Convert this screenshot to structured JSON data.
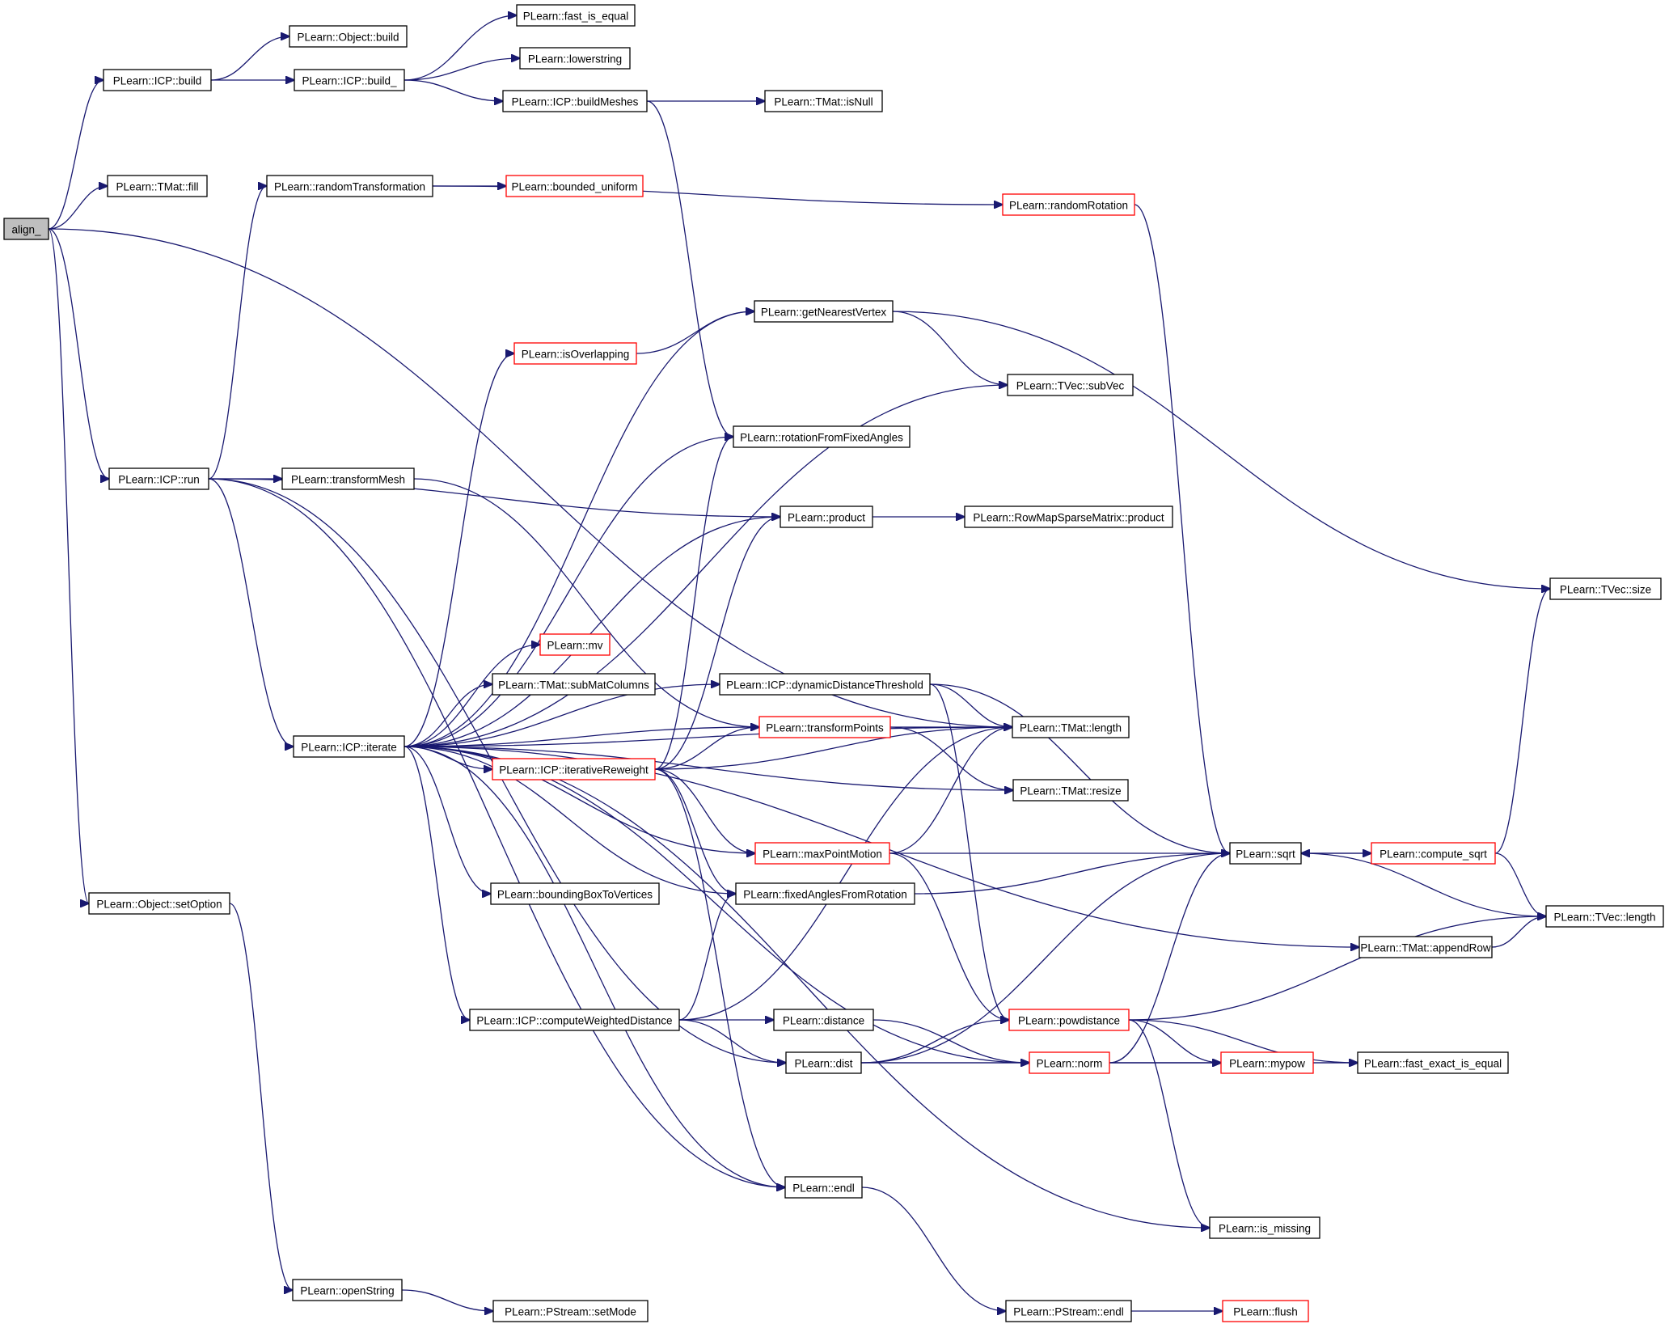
{
  "nodes": [
    {
      "id": "align",
      "label": "align_",
      "style": "root"
    },
    {
      "id": "icp_build",
      "label": "PLearn::ICP::build"
    },
    {
      "id": "object_build",
      "label": "PLearn::Object::build"
    },
    {
      "id": "icp_build_",
      "label": "PLearn::ICP::build_"
    },
    {
      "id": "fast_is_equal",
      "label": "PLearn::fast_is_equal"
    },
    {
      "id": "lowerstring",
      "label": "PLearn::lowerstring"
    },
    {
      "id": "buildMeshes",
      "label": "PLearn::ICP::buildMeshes"
    },
    {
      "id": "isNull",
      "label": "PLearn::TMat::isNull"
    },
    {
      "id": "tmat_fill",
      "label": "PLearn::TMat::fill"
    },
    {
      "id": "randomTransformation",
      "label": "PLearn::randomTransformation"
    },
    {
      "id": "bounded_uniform",
      "label": "PLearn::bounded_uniform",
      "style": "red"
    },
    {
      "id": "randomRotation",
      "label": "PLearn::randomRotation",
      "style": "red"
    },
    {
      "id": "getNearestVertex",
      "label": "PLearn::getNearestVertex"
    },
    {
      "id": "isOverlapping",
      "label": "PLearn::isOverlapping",
      "style": "red"
    },
    {
      "id": "subVec",
      "label": "PLearn::TVec::subVec"
    },
    {
      "id": "rotationFromFixedAngles",
      "label": "PLearn::rotationFromFixedAngles"
    },
    {
      "id": "icp_run",
      "label": "PLearn::ICP::run"
    },
    {
      "id": "transformMesh",
      "label": "PLearn::transformMesh"
    },
    {
      "id": "product",
      "label": "PLearn::product"
    },
    {
      "id": "rowmap_product",
      "label": "PLearn::RowMapSparseMatrix::product"
    },
    {
      "id": "tvec_size",
      "label": "PLearn::TVec::size"
    },
    {
      "id": "mv",
      "label": "PLearn::mv",
      "style": "red"
    },
    {
      "id": "subMatColumns",
      "label": "PLearn::TMat::subMatColumns"
    },
    {
      "id": "dynamicDistanceThreshold",
      "label": "PLearn::ICP::dynamicDistanceThreshold"
    },
    {
      "id": "transformPoints",
      "label": "PLearn::transformPoints",
      "style": "red"
    },
    {
      "id": "tmat_length",
      "label": "PLearn::TMat::length"
    },
    {
      "id": "icp_iterate",
      "label": "PLearn::ICP::iterate"
    },
    {
      "id": "iterativeReweight",
      "label": "PLearn::ICP::iterativeReweight",
      "style": "red"
    },
    {
      "id": "tmat_resize",
      "label": "PLearn::TMat::resize"
    },
    {
      "id": "maxPointMotion",
      "label": "PLearn::maxPointMotion",
      "style": "red"
    },
    {
      "id": "sqrt",
      "label": "PLearn::sqrt"
    },
    {
      "id": "compute_sqrt",
      "label": "PLearn::compute_sqrt",
      "style": "red"
    },
    {
      "id": "setOption",
      "label": "PLearn::Object::setOption"
    },
    {
      "id": "boundingBoxToVertices",
      "label": "PLearn::boundingBoxToVertices"
    },
    {
      "id": "fixedAnglesFromRotation",
      "label": "PLearn::fixedAnglesFromRotation"
    },
    {
      "id": "tvec_length",
      "label": "PLearn::TVec::length"
    },
    {
      "id": "appendRow",
      "label": "PLearn::TMat::appendRow"
    },
    {
      "id": "computeWeightedDistance",
      "label": "PLearn::ICP::computeWeightedDistance"
    },
    {
      "id": "distance",
      "label": "PLearn::distance"
    },
    {
      "id": "powdistance",
      "label": "PLearn::powdistance",
      "style": "red"
    },
    {
      "id": "dist",
      "label": "PLearn::dist"
    },
    {
      "id": "norm",
      "label": "PLearn::norm",
      "style": "red"
    },
    {
      "id": "mypow",
      "label": "PLearn::mypow",
      "style": "red"
    },
    {
      "id": "fast_exact_is_equal",
      "label": "PLearn::fast_exact_is_equal"
    },
    {
      "id": "endl",
      "label": "PLearn::endl"
    },
    {
      "id": "is_missing",
      "label": "PLearn::is_missing"
    },
    {
      "id": "openString",
      "label": "PLearn::openString"
    },
    {
      "id": "pstream_setMode",
      "label": "PLearn::PStream::setMode"
    },
    {
      "id": "pstream_endl",
      "label": "PLearn::PStream::endl"
    },
    {
      "id": "flush",
      "label": "PLearn::flush",
      "style": "red"
    }
  ],
  "edges": [
    [
      "align",
      "icp_build"
    ],
    [
      "align",
      "tmat_fill"
    ],
    [
      "align",
      "icp_run"
    ],
    [
      "align",
      "setOption"
    ],
    [
      "align",
      "tmat_length"
    ],
    [
      "icp_build",
      "object_build"
    ],
    [
      "icp_build",
      "icp_build_"
    ],
    [
      "icp_build_",
      "fast_is_equal"
    ],
    [
      "icp_build_",
      "lowerstring"
    ],
    [
      "icp_build_",
      "buildMeshes"
    ],
    [
      "buildMeshes",
      "isNull"
    ],
    [
      "buildMeshes",
      "rotationFromFixedAngles"
    ],
    [
      "randomTransformation",
      "bounded_uniform"
    ],
    [
      "randomTransformation",
      "randomRotation"
    ],
    [
      "randomRotation",
      "sqrt"
    ],
    [
      "icp_run",
      "randomTransformation"
    ],
    [
      "icp_run",
      "transformMesh"
    ],
    [
      "icp_run",
      "icp_iterate"
    ],
    [
      "icp_run",
      "product"
    ],
    [
      "icp_run",
      "dist"
    ],
    [
      "icp_run",
      "endl"
    ],
    [
      "transformMesh",
      "transformPoints"
    ],
    [
      "getNearestVertex",
      "subVec"
    ],
    [
      "getNearestVertex",
      "tvec_size"
    ],
    [
      "isOverlapping",
      "getNearestVertex"
    ],
    [
      "product",
      "rowmap_product"
    ],
    [
      "icp_iterate",
      "isOverlapping"
    ],
    [
      "icp_iterate",
      "getNearestVertex"
    ],
    [
      "icp_iterate",
      "subVec"
    ],
    [
      "icp_iterate",
      "rotationFromFixedAngles"
    ],
    [
      "icp_iterate",
      "product"
    ],
    [
      "icp_iterate",
      "mv"
    ],
    [
      "icp_iterate",
      "subMatColumns"
    ],
    [
      "icp_iterate",
      "dynamicDistanceThreshold"
    ],
    [
      "icp_iterate",
      "transformPoints"
    ],
    [
      "icp_iterate",
      "tmat_length"
    ],
    [
      "icp_iterate",
      "iterativeReweight"
    ],
    [
      "icp_iterate",
      "tmat_resize"
    ],
    [
      "icp_iterate",
      "maxPointMotion"
    ],
    [
      "icp_iterate",
      "boundingBoxToVertices"
    ],
    [
      "icp_iterate",
      "fixedAnglesFromRotation"
    ],
    [
      "icp_iterate",
      "appendRow"
    ],
    [
      "icp_iterate",
      "computeWeightedDistance"
    ],
    [
      "icp_iterate",
      "norm"
    ],
    [
      "icp_iterate",
      "endl"
    ],
    [
      "icp_iterate",
      "is_missing"
    ],
    [
      "iterativeReweight",
      "transformPoints"
    ],
    [
      "iterativeReweight",
      "tmat_length"
    ],
    [
      "iterativeReweight",
      "rotationFromFixedAngles"
    ],
    [
      "iterativeReweight",
      "product"
    ],
    [
      "iterativeReweight",
      "maxPointMotion"
    ],
    [
      "iterativeReweight",
      "fixedAnglesFromRotation"
    ],
    [
      "iterativeReweight",
      "endl"
    ],
    [
      "dynamicDistanceThreshold",
      "tmat_length"
    ],
    [
      "dynamicDistanceThreshold",
      "sqrt"
    ],
    [
      "dynamicDistanceThreshold",
      "powdistance"
    ],
    [
      "transformPoints",
      "tmat_length"
    ],
    [
      "transformPoints",
      "tmat_resize"
    ],
    [
      "maxPointMotion",
      "sqrt"
    ],
    [
      "maxPointMotion",
      "tmat_length"
    ],
    [
      "maxPointMotion",
      "powdistance"
    ],
    [
      "sqrt",
      "compute_sqrt"
    ],
    [
      "sqrt",
      "tvec_length"
    ],
    [
      "compute_sqrt",
      "sqrt"
    ],
    [
      "compute_sqrt",
      "tvec_size"
    ],
    [
      "compute_sqrt",
      "tvec_length"
    ],
    [
      "fixedAnglesFromRotation",
      "sqrt"
    ],
    [
      "appendRow",
      "tvec_length"
    ],
    [
      "computeWeightedDistance",
      "distance"
    ],
    [
      "computeWeightedDistance",
      "dist"
    ],
    [
      "computeWeightedDistance",
      "tmat_length"
    ],
    [
      "computeWeightedDistance",
      "fixedAnglesFromRotation"
    ],
    [
      "distance",
      "norm"
    ],
    [
      "dist",
      "powdistance"
    ],
    [
      "dist",
      "mypow"
    ],
    [
      "dist",
      "fast_exact_is_equal"
    ],
    [
      "dist",
      "sqrt"
    ],
    [
      "powdistance",
      "tvec_length"
    ],
    [
      "powdistance",
      "mypow"
    ],
    [
      "powdistance",
      "fast_exact_is_equal"
    ],
    [
      "powdistance",
      "is_missing"
    ],
    [
      "norm",
      "mypow"
    ],
    [
      "norm",
      "sqrt"
    ],
    [
      "mypow",
      "fast_exact_is_equal"
    ],
    [
      "endl",
      "pstream_endl"
    ],
    [
      "pstream_endl",
      "flush"
    ],
    [
      "setOption",
      "openString"
    ],
    [
      "openString",
      "pstream_setMode"
    ]
  ]
}
